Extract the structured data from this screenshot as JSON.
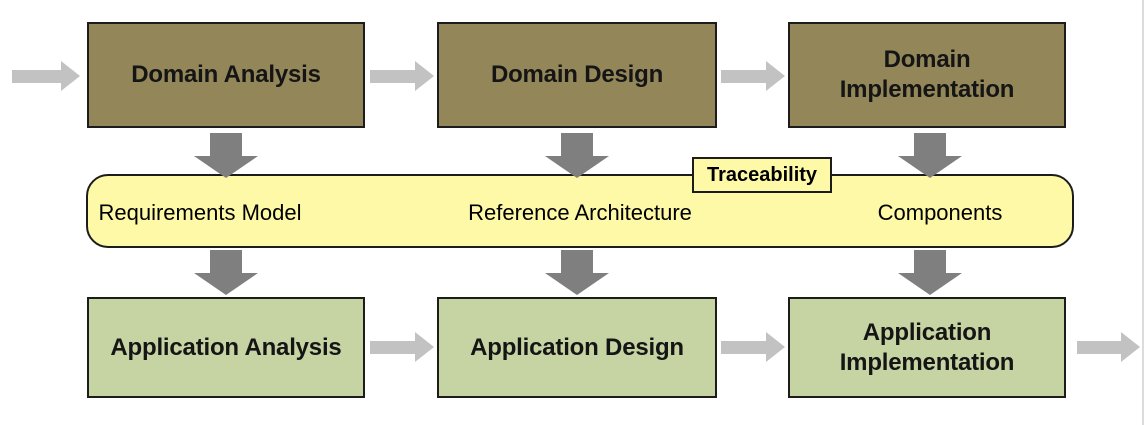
{
  "colors": {
    "domain_box_fill": "#938659",
    "application_box_fill": "#C6D3A2",
    "bar_fill": "#FDF9A6",
    "box_border": "#1C1C1C",
    "down_arrow": "#7F7F7F",
    "flow_arrow": "#C2C2C2",
    "edge_line": "#DCDCDC"
  },
  "flow": {
    "top_row": [
      {
        "label": "Domain Analysis"
      },
      {
        "label": "Domain Design"
      },
      {
        "label": "Domain Implementation"
      }
    ],
    "middle_bar": {
      "artifacts": [
        {
          "label": "Requirements Model"
        },
        {
          "label": "Reference Architecture"
        },
        {
          "label": "Components"
        }
      ],
      "tag": {
        "label": "Traceability"
      }
    },
    "bottom_row": [
      {
        "label": "Application Analysis"
      },
      {
        "label": "Application Design"
      },
      {
        "label": "Application Implementation"
      }
    ]
  }
}
